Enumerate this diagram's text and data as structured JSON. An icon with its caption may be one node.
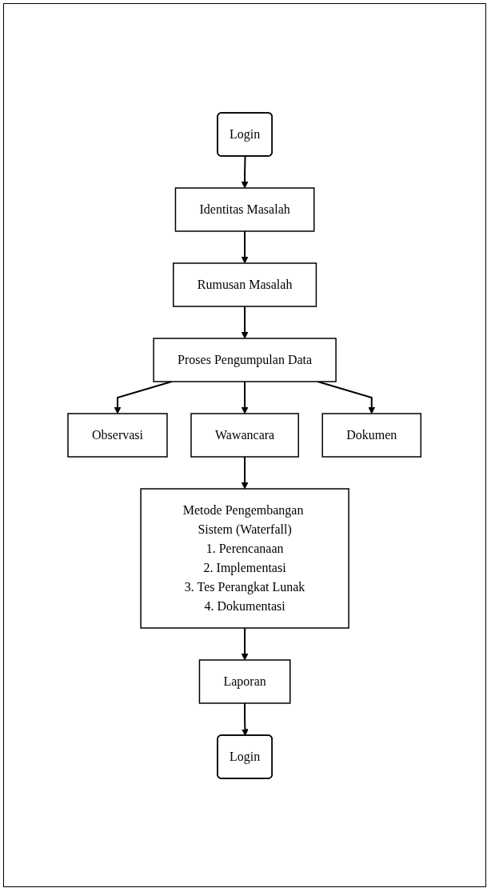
{
  "diagram": {
    "nodes": [
      {
        "text": [
          "Login"
        ]
      },
      {
        "text": [
          "Identitas Masalah"
        ]
      },
      {
        "text": [
          "Rumusan Masalah"
        ]
      },
      {
        "text": [
          "Proses Pengumpulan Data"
        ]
      },
      {
        "text": [
          "Observasi"
        ]
      },
      {
        "text": [
          "Wawancara"
        ]
      },
      {
        "text": [
          "Dokumen"
        ]
      },
      {
        "text": [
          "Metode Pengembangan Sistem (Waterfall)",
          "1. Perencanaan",
          "2. Implementasi",
          "3. Tes Perangkat Lunak",
          "4. Dokumentasi"
        ]
      },
      {
        "text": [
          "Laporan"
        ]
      },
      {
        "text": [
          "Login"
        ]
      }
    ],
    "edges": [
      {
        "from": 0,
        "to": 1,
        "arrow": "to"
      },
      {
        "from": 1,
        "to": 2,
        "arrow": "to"
      },
      {
        "from": 2,
        "to": 3,
        "arrow": "to"
      },
      {
        "from": 3,
        "to": 4,
        "arrow": "to"
      },
      {
        "from": 3,
        "to": 5,
        "arrow": "to"
      },
      {
        "from": 3,
        "to": 6,
        "arrow": "to"
      },
      {
        "from": 5,
        "to": 7,
        "arrow": "to"
      },
      {
        "from": 7,
        "to": 8,
        "arrow": "to"
      },
      {
        "from": 8,
        "to": 9,
        "arrow": "to"
      }
    ]
  }
}
